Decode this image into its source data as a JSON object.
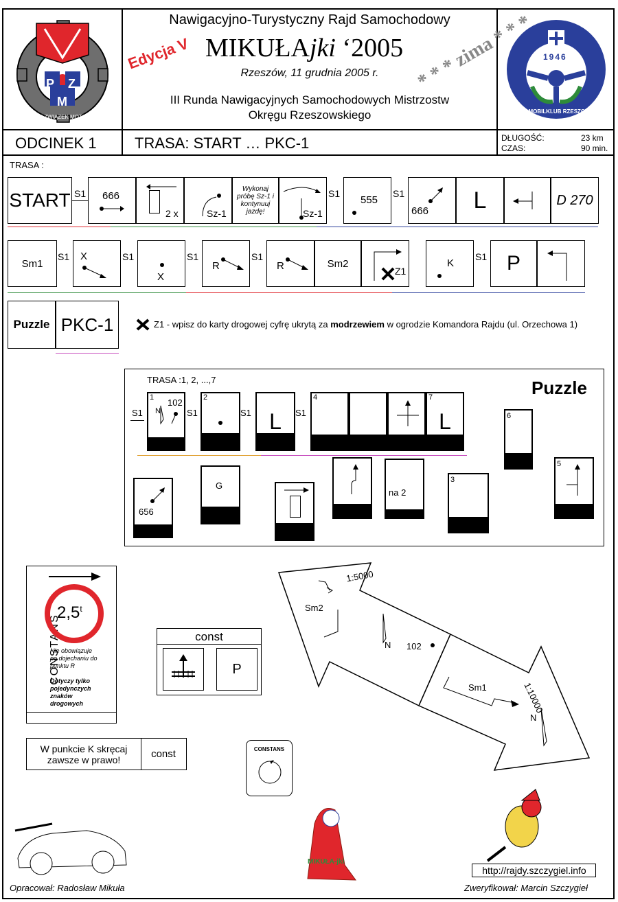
{
  "header": {
    "line1": "Nawigacyjno-Turystyczny Rajd Samochodowy",
    "edition": "Edycja V",
    "name_prefix": "MIKUŁA",
    "name_suffix": "jki",
    "year": "‘2005",
    "zima": "* * * zima * * *",
    "date_place": "Rzeszów, 11 grudnia 2005 r.",
    "round_line1": "III Runda Nawigacyjnych Samochodowych Mistrzostw",
    "round_line2": "Okręgu Rzeszowskiego",
    "left_logo": {
      "letters": [
        "P",
        "Z",
        "M"
      ],
      "ring_text": "POLSKI ZWIĄZEK MOTOROWY"
    },
    "right_logo": {
      "year": "1946",
      "ring_text": "AUTOMOBILKLUB RZESZOWSKI"
    }
  },
  "section": {
    "title": "ODCINEK 1",
    "route": "TRASA: START … PKC-1",
    "length_label": "DŁUGOŚĆ:",
    "length_value": "23 km",
    "time_label": "CZAS:",
    "time_value": "90 min."
  },
  "trasa_label": "TRASA :",
  "row1": {
    "start": "START",
    "s1": "S1",
    "c666": "666",
    "lights_count": "2 x",
    "sz1": "Sz-1",
    "note": "Wykonaj próbę Sz-1 i kontynuuj jazdę!",
    "c555": "555",
    "c666b": "666",
    "L": "L",
    "d270": "D 270"
  },
  "row2": {
    "sm1": "Sm1",
    "x": "X",
    "r": "R",
    "sm2": "Sm2",
    "z1": "Z1",
    "k": "K",
    "p": "P",
    "s1": "S1"
  },
  "row3": {
    "puzzle": "Puzzle",
    "pkc": "PKC-1",
    "z1_prefix": "Z1 -  wpisz do karty drogowej cyfrę ukrytą za ",
    "z1_bold": "modrzewiem",
    "z1_suffix": " w ogrodzie Komandora Rajdu (ul. Orzechowa 1)"
  },
  "puzzle_box": {
    "title": "Puzzle",
    "trasa": "TRASA :1, 2, ...,7",
    "s1": "S1",
    "n1": "1",
    "n2": "2",
    "n3": "3",
    "n4": "4",
    "n5": "5",
    "n6": "6",
    "n7": "7",
    "v102": "102",
    "north": "N",
    "L": "L",
    "v656": "656",
    "g": "G",
    "na2": "na 2"
  },
  "constans_sign": {
    "vertical": "CONSTANS",
    "weight": "2,5",
    "weight_unit": "t",
    "note": "Nie obowiązuje po dojechaniu do punktu R",
    "note_bold": "Dotyczy tylko pojedynczych znaków drogowych"
  },
  "const_box": {
    "title": "const",
    "p": "P"
  },
  "k_rule": {
    "text": "W punkcie K skręcaj zawsze w prawo!",
    "const": "const"
  },
  "constans_small": "CONSTANS",
  "map": {
    "scale1": "1:5000",
    "scale2": "1:10000",
    "sm2": "Sm2",
    "sm1": "Sm1",
    "n": "N",
    "v102": "102"
  },
  "footer": {
    "left": "Opracował: Radosław Mikuła",
    "logo_text": "MIKUŁA-jki",
    "url": "http://rajdy.szczygiel.info",
    "right": "Zweryfikował: Marcin Szczygieł"
  },
  "colors": {
    "red": "#e0262c",
    "blue": "#2a3f9b",
    "green": "#2e8b3a",
    "edition": "#e0262c"
  }
}
